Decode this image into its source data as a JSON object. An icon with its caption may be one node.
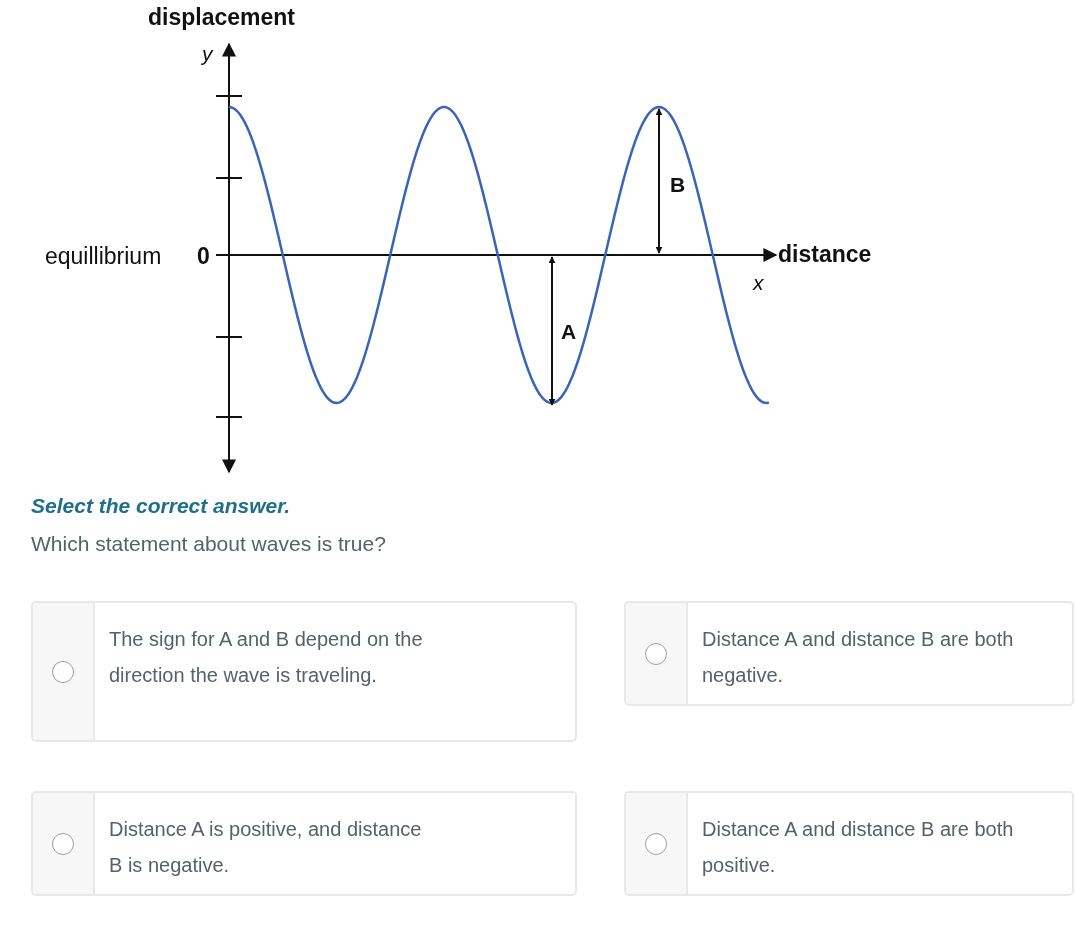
{
  "diagram": {
    "nodes": [
      {
        "text": [
          "The sign for A and B depend on the direction the wave is traveling."
        ]
      },
      {
        "text": [
          "Distance A and distance B are both negative."
        ]
      },
      {
        "text": [
          "Distance A is positive, and distance B is negative."
        ]
      },
      {
        "text": [
          "Distance A and distance B are both positive."
        ]
      }
    ],
    "edges": [],
    "labels": [
      "displacement",
      "y",
      "equillibrium",
      "0",
      "distance",
      "x",
      "B",
      "A",
      "Select the correct answer.",
      "Which statement about waves is true?"
    ]
  }
}
